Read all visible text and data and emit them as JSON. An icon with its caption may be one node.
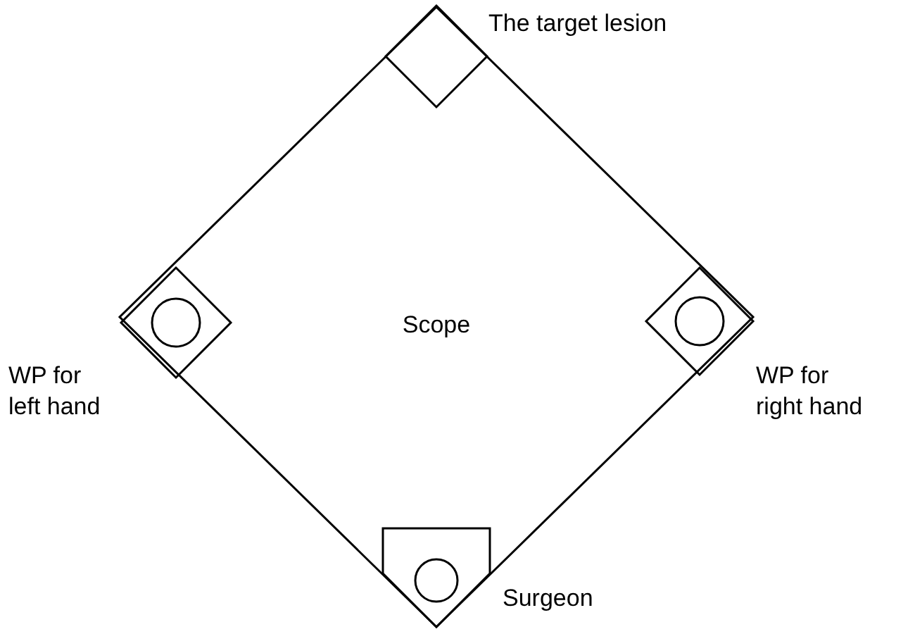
{
  "diagram": {
    "nodes": [
      {
        "text": [
          "Scope"
        ]
      },
      {
        "text": [],
        "shape": "diamond",
        "in": 0,
        "beside": [
          "The target lesion"
        ]
      },
      {
        "text": [],
        "shape": "diamond",
        "in": 0,
        "beside": [
          "WP for left hand"
        ]
      },
      {
        "text": [],
        "shape": "diamond",
        "in": 0,
        "beside": [
          "WP for right hand"
        ]
      },
      {
        "text": [],
        "shape": "pentagon",
        "in": 0,
        "beside": [
          "Surgeon"
        ]
      }
    ],
    "edges": []
  }
}
